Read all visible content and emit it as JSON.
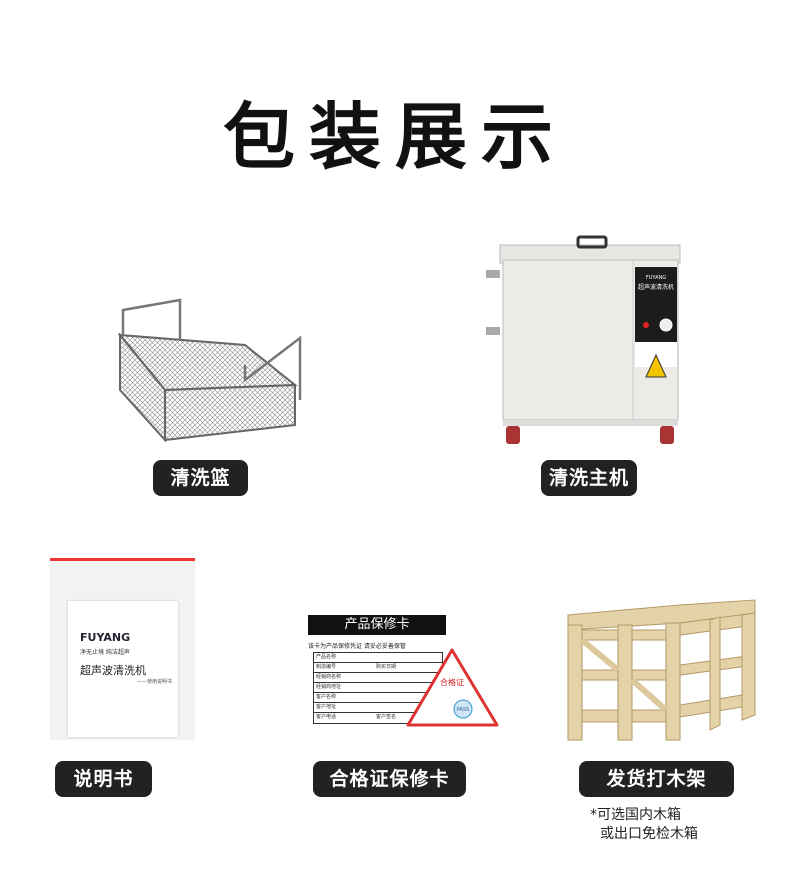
{
  "title": "包装展示",
  "items": [
    {
      "label": "清洗篮"
    },
    {
      "label": "清洗主机",
      "panel_brand": "FUYANG",
      "panel_title": "超声波清洗机"
    },
    {
      "label": "说明书",
      "brand": "FUYANG",
      "slogan": "净无止境 纯洁超声",
      "doc_title": "超声波清洗机",
      "doc_subtitle": "——使用说明书"
    },
    {
      "label": "合格证保修卡",
      "card_header": "产品保修卡",
      "card_note": "该卡为产品保修凭证 请妥必妥善保管",
      "rows": [
        "产品名称",
        "制造编号",
        "经销商名称",
        "经销商地址",
        "客户名称",
        "客户地址",
        "客户电话"
      ],
      "purchase_date": "购买日期",
      "signature": "客户签名",
      "cert_title": "合格证",
      "cert_pass": "PASS"
    },
    {
      "label": "发货打木架",
      "note_lines": [
        "*可选国内木箱",
        "或出口免检木箱"
      ]
    }
  ]
}
